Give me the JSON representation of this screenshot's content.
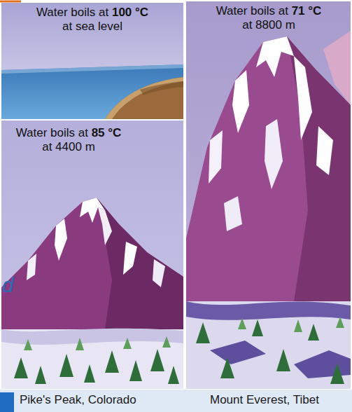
{
  "diagram": {
    "nodes": [
      {
        "text": [
          "Water boils at 100 °C at sea level"
        ]
      },
      {
        "text": [
          "Water boils at 85 °C at 4400 m",
          "Pike's Peak, Colorado"
        ]
      },
      {
        "text": [
          "Water boils at 71 °C at 8800 m",
          "Mount Everest, Tibet"
        ]
      }
    ],
    "labels": [
      "d"
    ]
  }
}
